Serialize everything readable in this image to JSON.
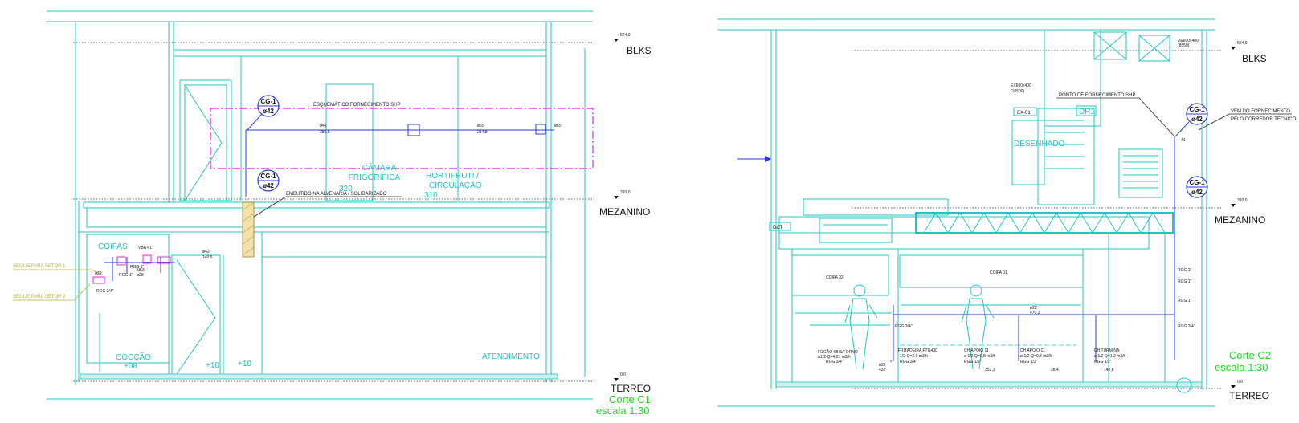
{
  "sections": {
    "c1": {
      "title": "Corte C1",
      "scale": "escala 1:30",
      "levels": {
        "blks": "BLKS",
        "blks_val": "594,0",
        "mezanino": "MEZANINO",
        "mezanino_val": "310,0",
        "terreo": "TERREO",
        "terreo_val": "0,0"
      },
      "notes": {
        "esquematico": "ESQUEMÁTICO FORNECIMENTO SHP",
        "embutido": "EMBUTIDO NA ALVENARIA / SOLIDARIZADO",
        "segue1": "SEGUE PARA SETOR 1",
        "segue2": "SEGUE PARA SETOR 2"
      },
      "rooms": {
        "camara1": "CÂMARA",
        "camara2": "FRIGORÍFICA",
        "camara_lvl": "320",
        "horti1": "HORTIFRUTI /",
        "horti2": "CIRCULAÇÃO",
        "horti_lvl": "310",
        "coifas": "COIFAS",
        "coccao": "COCÇÃO",
        "coccao_lvl": "+08",
        "lvl10a": "+10",
        "lvl10b": "+10",
        "atendimento": "ATENDIMENTO"
      },
      "tags": {
        "cg_label": "CG-1",
        "cg_dia": "ø42",
        "vb": "VBA • 1\"",
        "rgg1": "RGG 1\"",
        "rgg1b": "RGG 1\"",
        "rgg34": "RGG 3/4\"",
        "d42": "ø42",
        "len1": "285,6",
        "d65": "ø65",
        "len2": "214,8",
        "d65b": "ø65",
        "len3": "140,5",
        "d22": "ø22",
        "d28": "58,3",
        "d28b": "ø28"
      }
    },
    "c2": {
      "title": "Corte C2",
      "scale": "escala 1:30",
      "levels": {
        "blks": "BLKS",
        "blks_val": "594,0",
        "mezanino": "MEZANINO",
        "mezanino_val": "310,0",
        "terreo": "TERREO",
        "terreo_val": "0,0"
      },
      "notes": {
        "ponto": "PONTO DE FORNECIMENTO SHP",
        "vem1": "VEM DO  FORNECIMENTO",
        "vem2": "PELO CORREDOR TÉCNICO",
        "ve": "VE600x400",
        "ve2": "(8550)",
        "ex": "EX600x400",
        "ex2": "(10500)",
        "ex01": "EX-01",
        "dr1": "DR1",
        "desenho": "DESENHADO",
        "dct": "DCT"
      },
      "rooms": {
        "coifa02": "COIFA 02",
        "coifa01": "COIFA 01"
      },
      "equip": {
        "fogao": "FOGÃO 6B S/FORNO",
        "fogao2": "ø1/2-Q=4,01 m3/h",
        "fogao3": "RGG 3/4\"",
        "frit": "FRITADEIRA FTG400",
        "frit2": "1/2-Q=2,0 m3/h",
        "frit3": "RGG 3/4\"",
        "ch1": "CH APOIO 11",
        "ch1b": "ø 1/2-Q=0,8 m3/h",
        "ch1c": "RGG 1/2\"",
        "ch2": "CH APOIO 11",
        "ch2b": "ø 1/2-Q=0,8 m3/h",
        "ch2c": "RGG 1/2\"",
        "ch4": "CH TURMINA",
        "ch4b": "ø 1/2-Q=1,2 m3/h",
        "ch4c": "RGG 1/2\"",
        "d22a": "ø22",
        "v1": "432",
        "d22b": "ø22",
        "v2": "470,2",
        "v3": "352,3",
        "v4": "28,4",
        "v5": "142,8",
        "v6": "41",
        "rgg1a": "RGG 1\"",
        "rgg1b": "RGG 1\"",
        "rgg1c": "RGG 1\"",
        "rgg34": "RGG 3/4\"",
        "rgg34b": "RGG 3/4\""
      },
      "tags": {
        "cg_label": "CG-1",
        "cg_dia": "ø42"
      }
    }
  }
}
